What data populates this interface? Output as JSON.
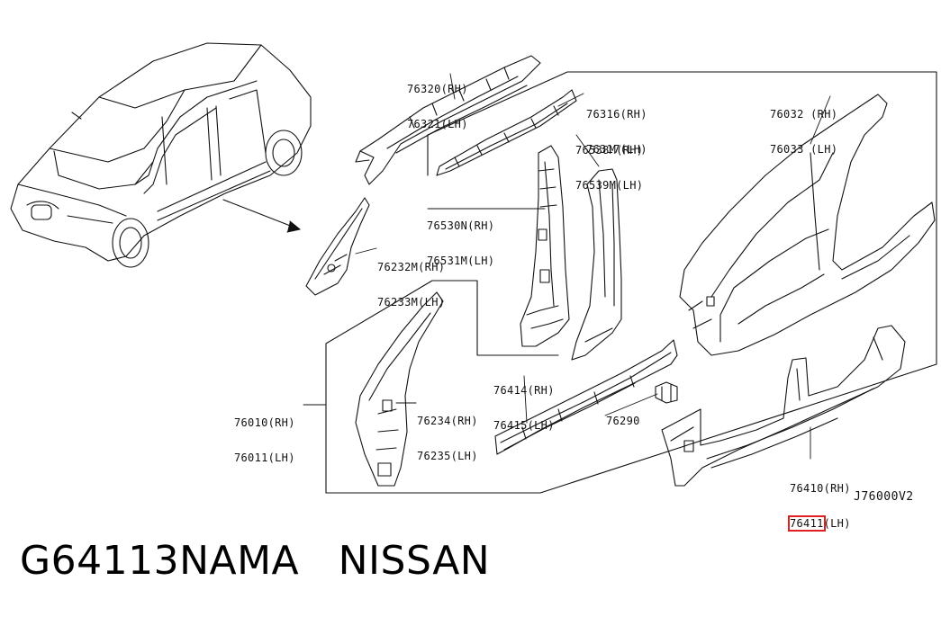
{
  "labels": [
    {
      "id": "76320",
      "rh": "76320(RH)",
      "lh": "76321(LH)"
    },
    {
      "id": "76316",
      "rh": "76316(RH)",
      "lh": "76317(LH)"
    },
    {
      "id": "76538",
      "rh": "76538M(RH)",
      "lh": "76539M(LH)"
    },
    {
      "id": "76032",
      "rh": "76032 (RH)",
      "lh": "76033 (LH)"
    },
    {
      "id": "76530",
      "rh": "76530N(RH)",
      "lh": "76531M(LH)"
    },
    {
      "id": "76232",
      "rh": "76232M(RH)",
      "lh": "76233M(LH)"
    },
    {
      "id": "76414",
      "rh": "76414(RH)",
      "lh": "76415(LH)"
    },
    {
      "id": "76010",
      "rh": "76010(RH)",
      "lh": "76011(LH)"
    },
    {
      "id": "76234",
      "rh": "76234(RH)",
      "lh": "76235(LH)"
    },
    {
      "id": "76410",
      "rh": "76410(RH)",
      "lh_part": "76411",
      "lh_suffix": "(LH)"
    }
  ],
  "single_labels": {
    "part_76290": "76290"
  },
  "highlight_color": "#e02020",
  "diagram_code": "J76000V2",
  "footer": {
    "part_number": "G64113NAMA",
    "brand": "NISSAN"
  }
}
